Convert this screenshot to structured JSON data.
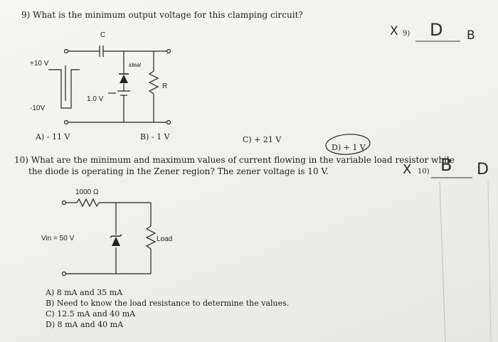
{
  "q9": {
    "question": "9) What is the minimum output voltage for this clamping circuit?",
    "labels": {
      "cap": "C",
      "vpos": "+10 V",
      "vneg": "-10V",
      "ideal": "ideal",
      "src": "1.0 V",
      "res": "R"
    },
    "options": {
      "a": "A) - 11 V",
      "b": "B) - 1 V",
      "c": "C) + 21 V",
      "d": "D) + 1 V"
    },
    "answer_line": {
      "num": "9)",
      "mark": "X",
      "letter1": "D",
      "letter2": "B"
    }
  },
  "q10": {
    "question_line1": "10) What are the minimum and maximum values of current flowing in the variable load resistor while",
    "question_line2": "the diode is operating in the Zener region? The zener voltage is 10 V.",
    "labels": {
      "res": "1000 Ω",
      "vin": "Vin = 50 V",
      "load": "Load"
    },
    "options": {
      "a": "A) 8 mA and 35 mA",
      "b": "B) Need to know the load resistance to determine the values.",
      "c": "C) 12.5 mA and 40 mA",
      "d": "D) 8 mA and 40 mA"
    },
    "answer_line": {
      "num": "10)",
      "mark": "X",
      "letter1": "B",
      "letter2": "D"
    }
  },
  "colors": {
    "ink": "#1e1e1e",
    "paper": "#f2f2ef"
  }
}
